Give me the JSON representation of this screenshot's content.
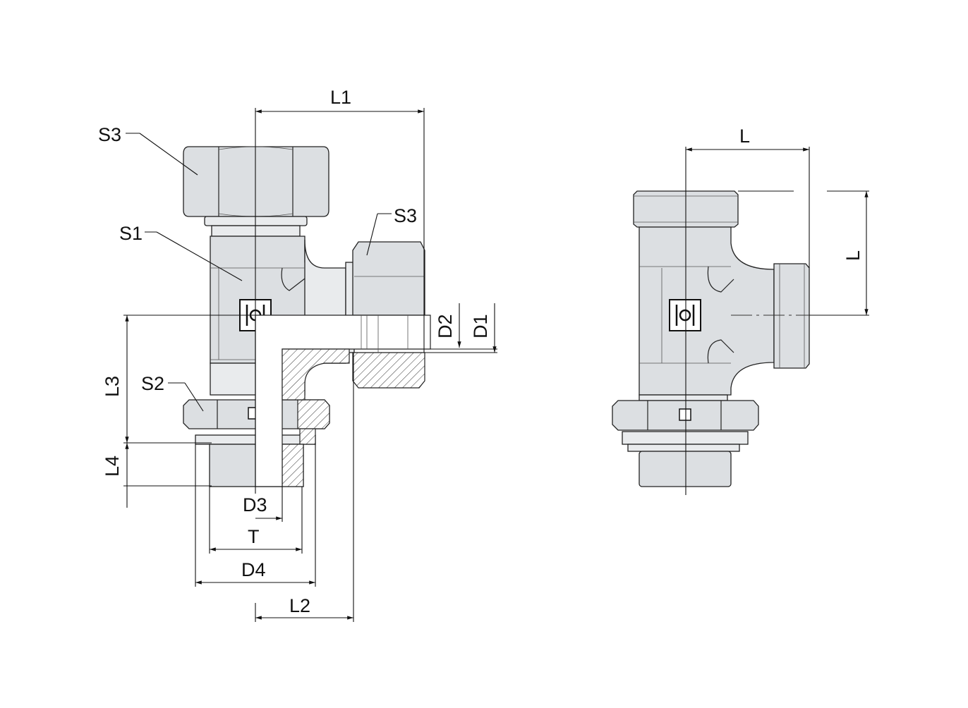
{
  "drawing": {
    "left_view": {
      "labels": {
        "L1": "L1",
        "S3_top": "S3",
        "S1": "S1",
        "S3_side": "S3",
        "D2": "D2",
        "D1": "D1",
        "L3": "L3",
        "S2": "S2",
        "L4": "L4",
        "D3": "D3",
        "T": "T",
        "D4": "D4",
        "L2": "L2"
      }
    },
    "right_view": {
      "labels": {
        "L_horizontal": "L",
        "L_vertical": "L"
      }
    },
    "colors": {
      "metal": "#dcdfe2",
      "line": "#222222"
    }
  }
}
